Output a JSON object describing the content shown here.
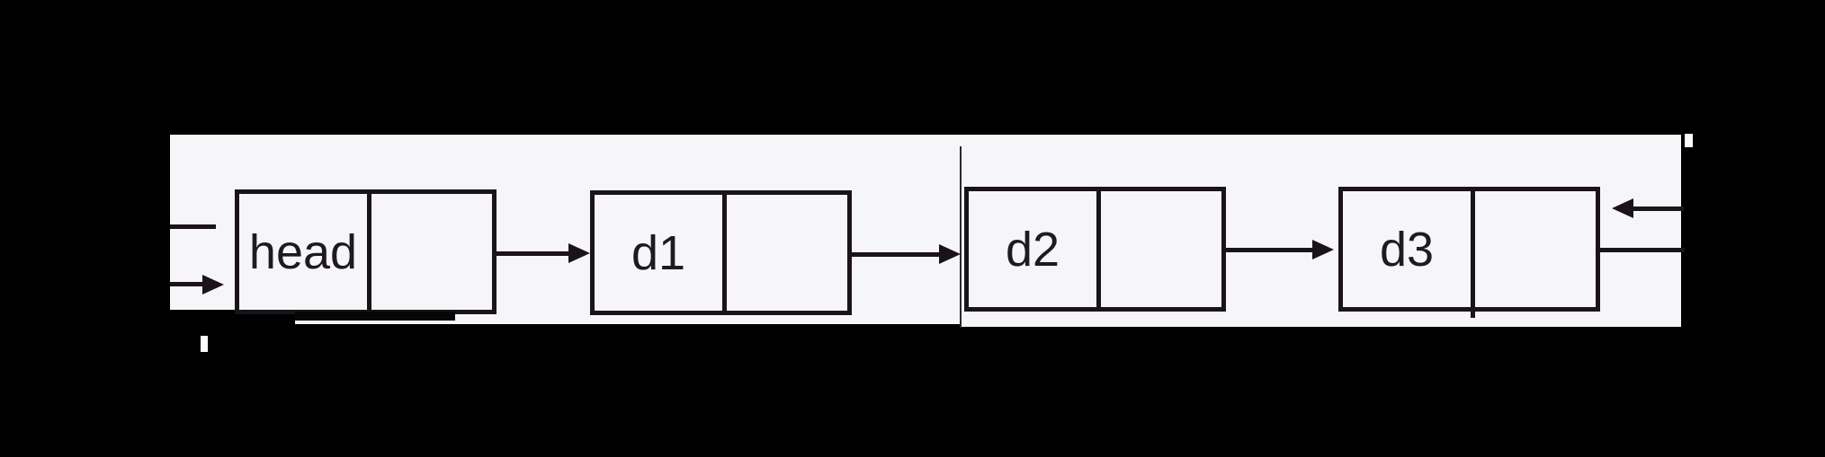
{
  "colors": {
    "background": "#000000",
    "panel": "#f6f6f8",
    "stroke": "#1a141a",
    "text": "#1f1a1f"
  },
  "nodes": [
    {
      "label": "head"
    },
    {
      "label": "d1"
    },
    {
      "label": "d2"
    },
    {
      "label": "d3"
    }
  ]
}
